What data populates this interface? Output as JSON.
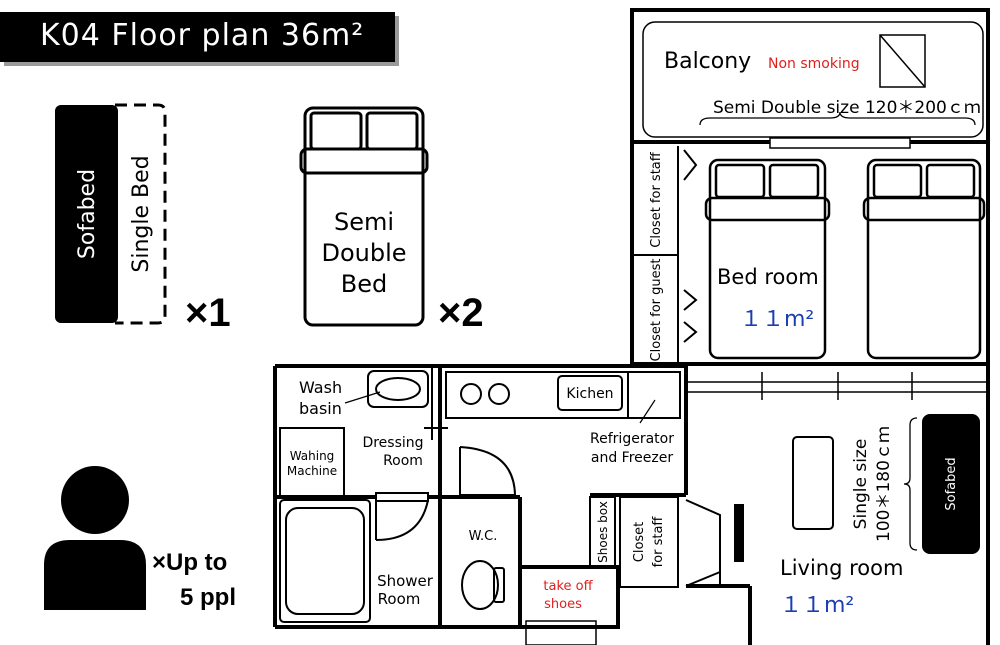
{
  "title": "K04 Floor plan  36m²",
  "legend": {
    "sofabed_label": "Sofabed",
    "single_bed_label": "Single Bed",
    "sofabed_qty": "×1",
    "semi_double_line1": "Semi",
    "semi_double_line2": "Double",
    "semi_double_line3": "Bed",
    "semi_double_qty": "×2",
    "capacity_line1": "×Up to",
    "capacity_line2": "5 ppl"
  },
  "rooms": {
    "balcony": "Balcony",
    "non_smoking": "Non smoking",
    "semi_double_size": "Semi Double size 120＊200ｃｍ",
    "closet_staff_top": "Closet for staff",
    "closet_guest": "Closet for guest",
    "bedroom": "Bed room",
    "bedroom_area": "１１m²",
    "wash_basin_1": "Wash",
    "wash_basin_2": "basin",
    "kitchen": "Kichen",
    "refrigerator_1": "Refrigerator",
    "refrigerator_2": "and Freezer",
    "washing_machine_1": "Wahing",
    "washing_machine_2": "Machine",
    "dressing_1": "Dressing",
    "dressing_2": "Room",
    "wc": "W.C.",
    "shoes_box": "Shoes box",
    "closet_staff_bottom_1": "Closet",
    "closet_staff_bottom_2": "for staff",
    "shower_1": "Shower",
    "shower_2": "Room",
    "take_off_1": "take off",
    "take_off_2": "shoes",
    "single_size_1": "Single size",
    "single_size_2": "100＊180ｃｍ",
    "sofabed_living": "Sofabed",
    "living": "Living room",
    "living_area": "１１m²"
  },
  "colors": {
    "accent_red": "#e0201f",
    "accent_blue": "#1b3fb3",
    "ink": "#000000"
  }
}
